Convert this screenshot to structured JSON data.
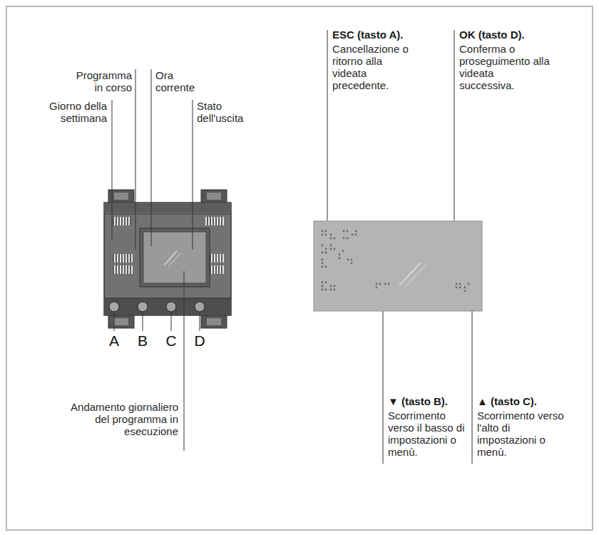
{
  "diagram": {
    "labels": [
      "Programma in corso",
      "Ora corrente",
      "Giorno della settimana",
      "Stato dell'uscita",
      "A",
      "B",
      "C",
      "D",
      "Andamento giornaliero del programma in esecuzione",
      "ESC (tasto A).",
      "Cancellazione o ritorno alla videata precedente.",
      "OK (tasto D).",
      "Conferma o proseguimento alla videata successiva.",
      "▼ (tasto B).",
      "Scorrimento verso il basso di impostazioni o menù.",
      "▲ (tasto C).",
      "Scorrimento verso l'alto di impostazioni o menù."
    ]
  }
}
